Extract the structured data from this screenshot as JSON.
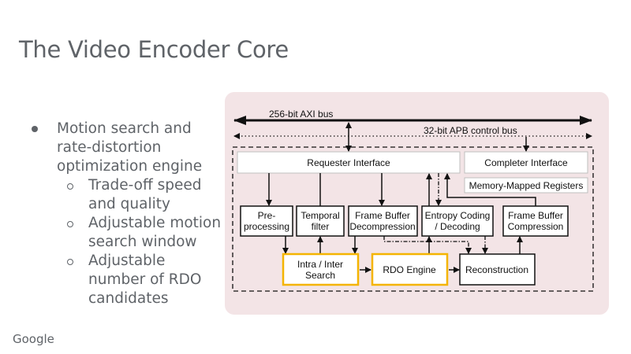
{
  "slide": {
    "title": "The Video Encoder Core",
    "logo": "Google",
    "bullets": [
      {
        "text": "Motion search and rate-distortion optimization engine",
        "lines": [
          "Motion search and",
          "rate-distortion",
          "optimization engine"
        ],
        "sub": [
          {
            "lines": [
              "Trade-off speed",
              "and quality"
            ]
          },
          {
            "lines": [
              "Adjustable motion",
              "search window"
            ]
          },
          {
            "lines": [
              "Adjustable",
              "number of RDO",
              "candidates"
            ]
          }
        ]
      }
    ]
  },
  "diagram": {
    "colors": {
      "panel": "#f3e4e6",
      "highlight": "#f4b400",
      "line": "#111111",
      "box_fill": "#ffffff",
      "light_border": "#bfbfbf"
    },
    "buses": {
      "axi": "256-bit AXI bus",
      "apb": "32-bit APB control bus"
    },
    "blocks": {
      "requester": "Requester Interface",
      "completer": "Completer Interface",
      "mmr": "Memory-Mapped Registers",
      "preprocessing": [
        "Pre-",
        "processing"
      ],
      "temporal": [
        "Temporal",
        "filter"
      ],
      "fbd": [
        "Frame Buffer",
        "Decompression"
      ],
      "entropy": [
        "Entropy Coding",
        "/ Decoding"
      ],
      "fbc": [
        "Frame Buffer",
        "Compression"
      ],
      "intra_inter": [
        "Intra / Inter",
        "Search"
      ],
      "rdo": "RDO Engine",
      "reconstruction": "Reconstruction"
    },
    "highlighted_blocks": [
      "intra_inter",
      "rdo"
    ]
  }
}
